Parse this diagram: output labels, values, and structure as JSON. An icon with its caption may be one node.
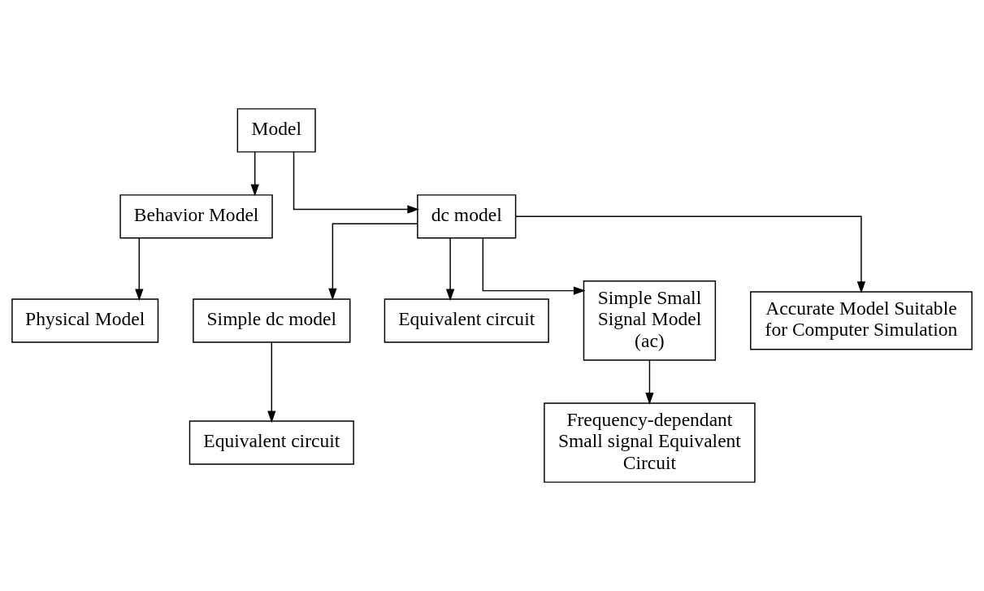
{
  "diagram": {
    "nodes": [
      {
        "text": [
          "Model"
        ]
      },
      {
        "text": [
          "Behavior Model"
        ]
      },
      {
        "text": [
          "dc model"
        ]
      },
      {
        "text": [
          "Physical Model"
        ]
      },
      {
        "text": [
          "Simple dc model"
        ]
      },
      {
        "text": [
          "Equivalent circuit"
        ]
      },
      {
        "text": [
          "Simple Small Signal Model (ac)"
        ]
      },
      {
        "text": [
          "Equivalent circuit"
        ]
      },
      {
        "text": [
          "Frequency-dependant Small signal Equivalent Circuit"
        ]
      },
      {
        "text": [
          "Accurate Model Suitable for Computer Simulation"
        ]
      }
    ],
    "edges": [
      {
        "from": 0,
        "to": 1,
        "arrow": "to"
      },
      {
        "from": 0,
        "to": 2,
        "arrow": "to"
      },
      {
        "from": 1,
        "to": 3,
        "arrow": "to"
      },
      {
        "from": 2,
        "to": 4,
        "arrow": "to"
      },
      {
        "from": 2,
        "to": 9,
        "arrow": "to"
      },
      {
        "from": 2,
        "to": 5,
        "arrow": "to"
      },
      {
        "from": 2,
        "to": 6,
        "arrow": "to"
      },
      {
        "from": 4,
        "to": 7,
        "arrow": "to"
      },
      {
        "from": 6,
        "to": 8,
        "arrow": "to"
      }
    ]
  }
}
